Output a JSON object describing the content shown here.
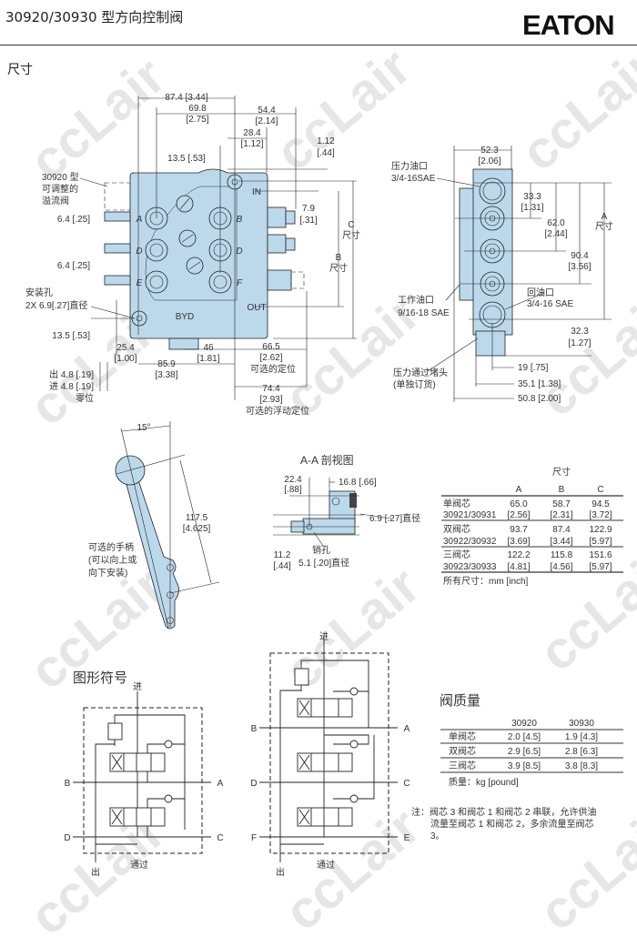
{
  "header": {
    "title": "30920/30930 型方向控制阀",
    "logo": "EATON",
    "section": "尺寸"
  },
  "watermark": "ccLair",
  "front_view": {
    "d87": "87.4 [3.44]",
    "d69": "69.8",
    "d69i": "[2.75]",
    "d54": "54.4",
    "d54i": "[2.14]",
    "d28": "28.4",
    "d28i": "[1.12]",
    "d13top": "13.5 [.53]",
    "d112": "1.12",
    "d112i": "[.44]",
    "relief": [
      "30920 型",
      "可调整的",
      "溢流阀"
    ],
    "d79": "7.9",
    "d79i": "[.31]",
    "dimC": "C",
    "dimC_label": "尺寸",
    "dimB": "B",
    "dimB_label": "尺寸",
    "d64a": "6.4 [.25]",
    "d64b": "6.4 [.25]",
    "mount": [
      "安装孔",
      "2X 6.9[.27]直径"
    ],
    "d13bot": "13.5 [.53]",
    "d25": "25.4",
    "d25i": "[1.00]",
    "d46": "46",
    "d46i": "[1.81]",
    "d66": "66.5",
    "d66i": "[2.62]",
    "d66_label": "可选的定位",
    "d85": "85.9",
    "d85i": "[3.38]",
    "out48": "出 4.8 [.19]",
    "in48": "进 4.8 [.19]",
    "zero": "零位",
    "d74": "74.4",
    "d74i": "[2.93]",
    "d74_label": "可选的浮动定位",
    "ports": [
      "A",
      "B",
      "D",
      "D",
      "E",
      "F"
    ],
    "in_label": "IN",
    "out_label": "OUT",
    "byd_label": "BYD"
  },
  "side_view": {
    "d52": "52.3",
    "d52i": "[2.06]",
    "pressure_port": [
      "压力油口",
      "3/4-16SAE"
    ],
    "d33": "33.3",
    "d33i": "[1.31]",
    "d62": "62.0",
    "d62i": "[2.44]",
    "dimA": "A",
    "dimA_label": "尺寸",
    "d90": "90.4",
    "d90i": "[3.56]",
    "return_port": [
      "回油口",
      "3/4-16 SAE"
    ],
    "work_port": [
      "工作油口",
      "9/16-18 SAE"
    ],
    "d32": "32.3",
    "d32i": "[1.27]",
    "d19": "19 [.75]",
    "d35": "35.1 [1.38]",
    "d50": "50.8 [2.00]",
    "plug": [
      "压力通过堵头",
      "(单独订货)"
    ]
  },
  "handle": {
    "angle": "15°",
    "d117": "117.5",
    "d117i": "[4.625]",
    "note": [
      "可选的手柄",
      "(可以向上或",
      "向下安装)"
    ]
  },
  "section_aa": {
    "title": "A-A 剖视图",
    "d22": "22.4",
    "d22i": "[.88]",
    "d16": "16.8 [.66]",
    "d69": "6.9 [.27]直径",
    "d11": "11.2",
    "d11i": "[.44]",
    "pin": [
      "销孔",
      "5.1 [.20]直径"
    ]
  },
  "dim_table": {
    "caption": "尺寸",
    "columns": [
      "A",
      "B",
      "C"
    ],
    "rows": [
      {
        "name": "单阀芯",
        "model": "30921/30931",
        "A": "65.0",
        "Ai": "[2.56]",
        "B": "58.7",
        "Bi": "[2.31]",
        "C": "94.5",
        "Ci": "[3.72]"
      },
      {
        "name": "双阀芯",
        "model": "30922/30932",
        "A": "93.7",
        "Ai": "[3.69]",
        "B": "87.4",
        "Bi": "[3.44]",
        "C": "122.9",
        "Ci": "[5.97]"
      },
      {
        "name": "三阀芯",
        "model": "30923/30933",
        "A": "122.2",
        "Ai": "[4.81]",
        "B": "115.8",
        "Bi": "[4.56]",
        "C": "151.6",
        "Ci": "[5.97]"
      }
    ],
    "footnote": "所有尺寸：mm [inch]"
  },
  "symbols": {
    "title": "图形符号",
    "left": {
      "in": "进",
      "out": "出",
      "through": "通过",
      "B": "B",
      "A": "A",
      "D": "D",
      "C": "C"
    },
    "right": {
      "in": "进",
      "out": "出",
      "through": "通过",
      "B": "B",
      "A": "A",
      "D": "D",
      "C": "C",
      "F": "F",
      "E": "E"
    }
  },
  "weight": {
    "title": "阀质量",
    "columns": [
      "30920",
      "30930"
    ],
    "rows": [
      {
        "name": "单阀芯",
        "v1": "2.0 [4.5]",
        "v2": "1.9 [4.3]"
      },
      {
        "name": "双阀芯",
        "v1": "2.9 [6.5]",
        "v2": "2.8 [6.3]"
      },
      {
        "name": "三阀芯",
        "v1": "3.9 [8.5]",
        "v2": "3.8 [8.3]"
      }
    ],
    "unit": "质量：kg [pound]",
    "note": [
      "注：阀芯 3 和阀芯 1 和阀芯 2 串联，允许供油",
      "流量至阀芯 1 和阀芯 2，多余流量至阀芯",
      "3。"
    ]
  }
}
